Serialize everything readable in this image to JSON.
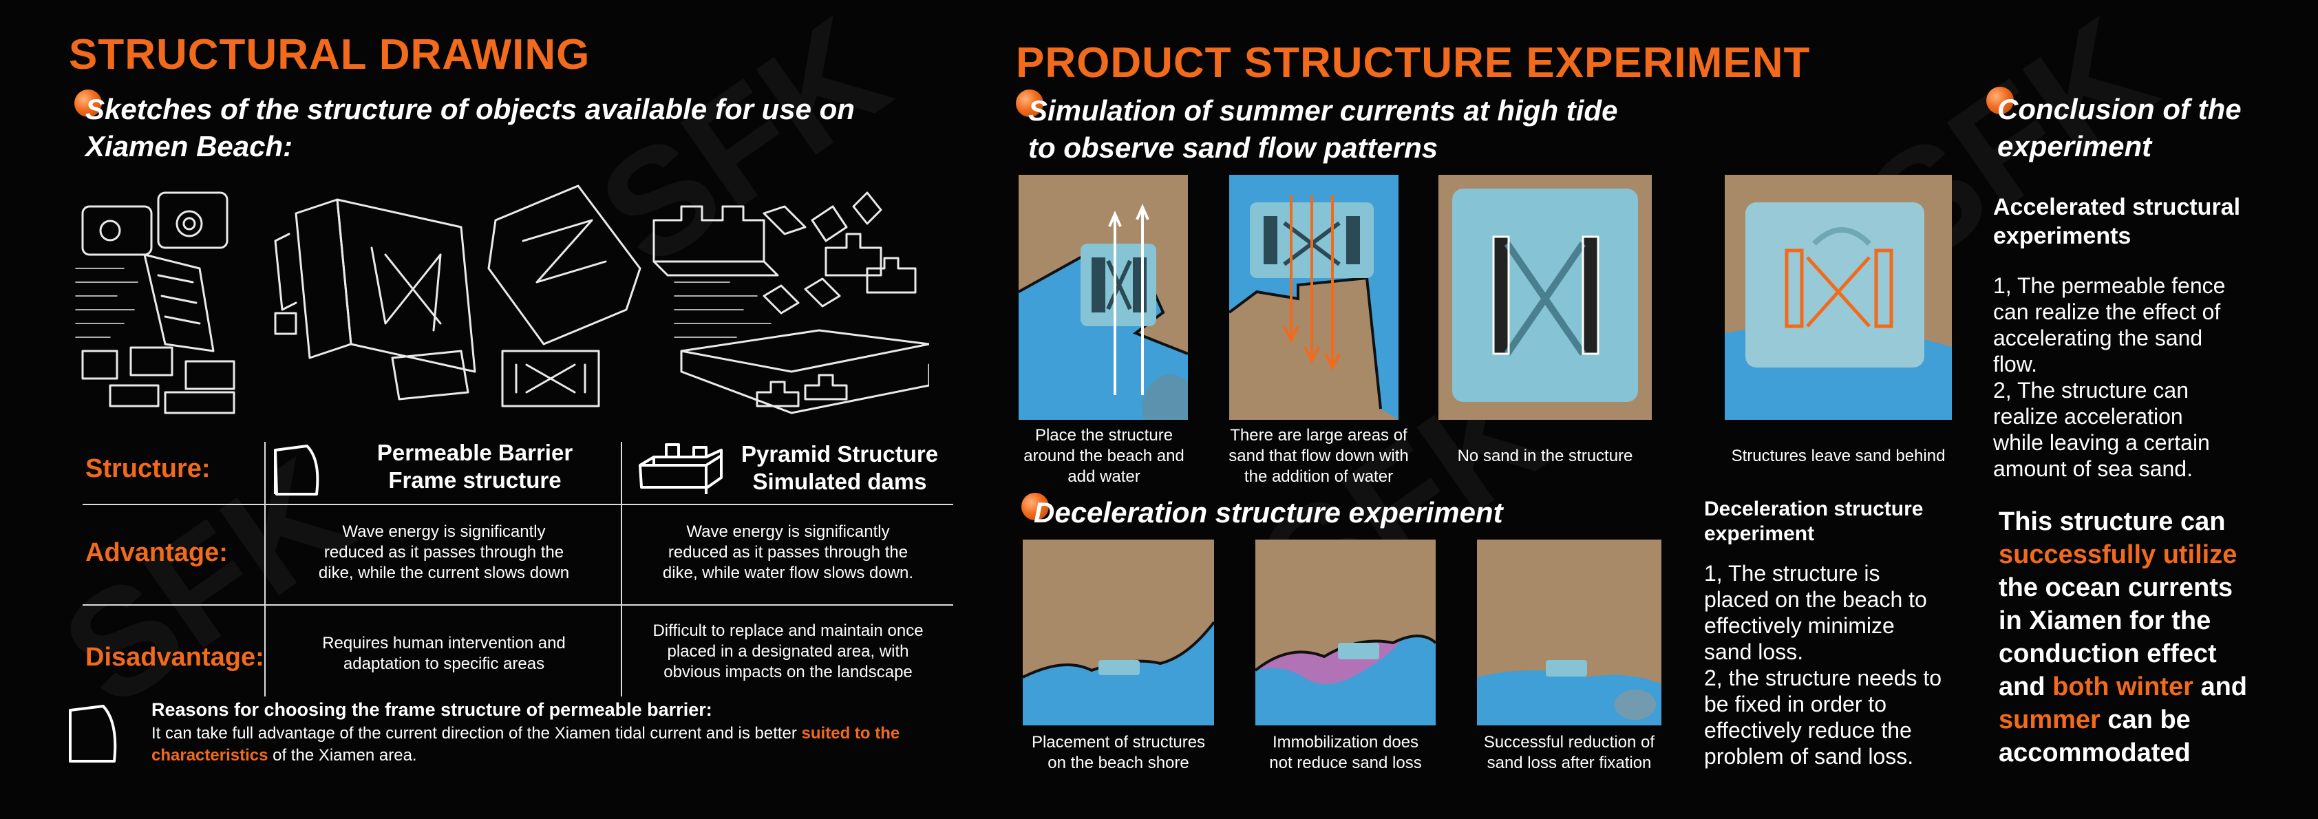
{
  "left": {
    "title": "STRUCTURAL DRAWING",
    "subtitle_line1": "Sketches of the structure of objects available for use on",
    "subtitle_line2": "Xiamen Beach:",
    "table": {
      "labels": [
        "Structure:",
        "Advantage:",
        "Disadvantage:"
      ],
      "col1_head_line1": "Permeable Barrier",
      "col1_head_line2": "Frame structure",
      "col2_head_line1": "Pyramid Structure",
      "col2_head_line2": "Simulated dams",
      "adv1": [
        "Wave energy is significantly",
        "reduced as it passes through the",
        "dike, while the current slows down"
      ],
      "adv2": [
        "Wave energy is significantly",
        "reduced as it passes through the",
        "dike, while water flow slows down."
      ],
      "dis1": [
        "Requires human intervention and",
        "adaptation to specific areas"
      ],
      "dis2": [
        "Difficult to replace and maintain once",
        "placed in a designated area, with",
        "obvious impacts on the landscape"
      ]
    },
    "reasons_title": "Reasons for choosing the frame structure of permeable barrier:",
    "reasons_part1": "It can take full advantage of the current direction of the Xiamen tidal current and is better ",
    "reasons_highlight1": "suited to the",
    "reasons_highlight2": "characteristics",
    "reasons_part2": " of the Xiamen area."
  },
  "mid": {
    "title": "PRODUCT STRUCTURE EXPERIMENT",
    "subtitle_line1": "Simulation of summer currents at high tide",
    "subtitle_line2": "to observe sand flow patterns",
    "top_captions": [
      [
        "Place the structure",
        "around the beach and",
        "add water"
      ],
      [
        "There are large areas of",
        "sand that flow down with",
        "the addition of water"
      ],
      [
        "No sand in the structure"
      ],
      [
        "Structures leave sand behind"
      ]
    ],
    "decel_title": "Deceleration structure experiment",
    "bottom_captions": [
      [
        "Placement of structures",
        "on the beach shore"
      ],
      [
        "Immobilization does",
        "not reduce sand loss"
      ],
      [
        "Successful reduction of",
        "sand loss after fixation"
      ]
    ],
    "decel_side_title_line1": "Deceleration structure",
    "decel_side_title_line2": "experiment",
    "decel_side_text": [
      "1, The structure is",
      "placed on the beach to",
      "effectively minimize",
      "sand loss.",
      "2, the structure needs to",
      "be fixed in order to",
      "effectively reduce the",
      "problem of sand loss."
    ]
  },
  "right": {
    "title_line1": "Conclusion of the",
    "title_line2": "experiment",
    "accel_title_line1": "Accelerated structural",
    "accel_title_line2": "experiments",
    "accel_text": [
      "1, The permeable fence",
      "can realize the effect of",
      "accelerating the sand",
      "flow.",
      "2, The structure can",
      "realize acceleration",
      "while leaving a certain",
      "amount of sea sand."
    ],
    "conc": {
      "l1": "This structure can",
      "l2": "successfully utilize",
      "l3": "the ocean currents",
      "l4": "in Xiamen for the",
      "l5": "conduction effect",
      "l6a": "and ",
      "l6b": "both winter",
      "l6c": " and",
      "l7a": "summer",
      "l7b": " can be",
      "l8": "accommodated"
    }
  },
  "watermark": "SFK",
  "colors": {
    "accent": "#F26A1B",
    "background": "#050505",
    "model_blue": "#86c3d4",
    "water_blue": "#3f9fd6",
    "sand": "#a88a68"
  }
}
